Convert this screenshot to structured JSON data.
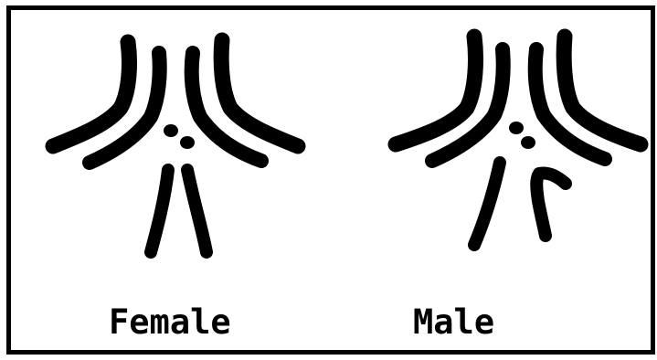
{
  "labels": {
    "female": "Female",
    "male": "Male"
  },
  "colors": {
    "ink": "#000000",
    "background": "#ffffff"
  },
  "figures": [
    {
      "id": "female",
      "sex_chromosomes": "XX"
    },
    {
      "id": "male",
      "sex_chromosomes": "XY"
    }
  ]
}
